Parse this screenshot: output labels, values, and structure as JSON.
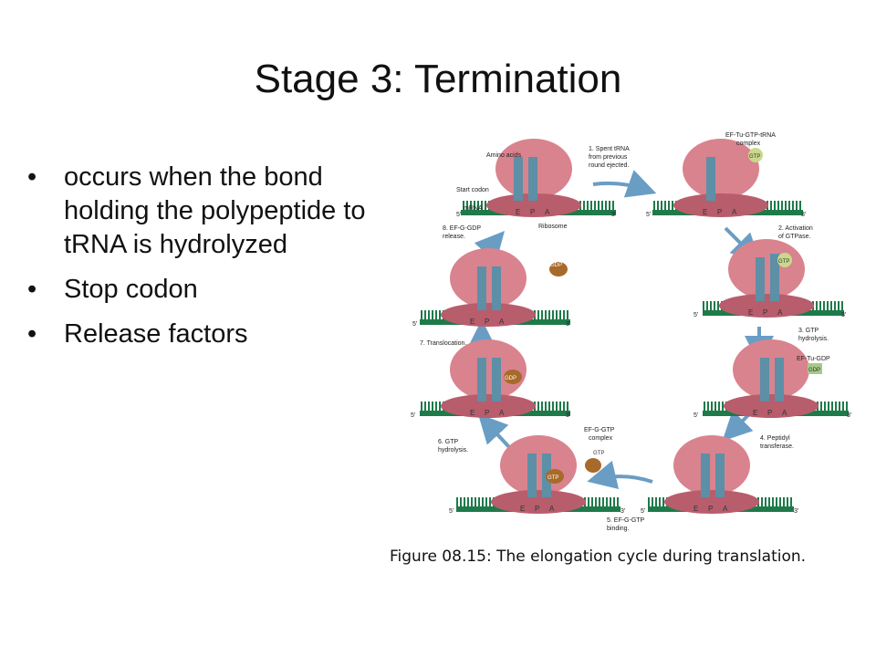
{
  "slide": {
    "title": "Stage 3: Termination",
    "bullets": [
      "occurs when the bond holding the polypeptide to tRNA is hydrolyzed",
      "Stop codon",
      "Release factors"
    ],
    "bullet_symbol": "•"
  },
  "figure": {
    "caption": "Figure 08.15: The elongation cycle during translation.",
    "labels": {
      "amino_acids": "Amino acids",
      "start_codon": "Start codon",
      "mrna": "mRNA",
      "ribosome": "Ribosome",
      "five_prime": "5'",
      "three_prime": "3'",
      "site_e": "E",
      "site_p": "P",
      "site_a": "A",
      "gtp": "GTP",
      "gdp": "GDP",
      "ef_tu_complex_1": "EF-Tu-GTP-tRNA",
      "ef_tu_complex_2": "complex",
      "ef_tu_gdp": "EF-Tu-GDP",
      "ef_g_complex_1": "EF-G-GTP",
      "ef_g_complex_2": "complex"
    },
    "steps": [
      {
        "lines": [
          "1. Spent tRNA",
          "from previous",
          "round ejected."
        ]
      },
      {
        "lines": [
          "2. Activation",
          "of GTPase."
        ]
      },
      {
        "lines": [
          "3. GTP",
          "hydrolysis."
        ]
      },
      {
        "lines": [
          "4. Peptidyl",
          "transferase."
        ]
      },
      {
        "lines": [
          "5. EF-G-GTP",
          "binding."
        ]
      },
      {
        "lines": [
          "6. GTP",
          "hydrolysis."
        ]
      },
      {
        "lines": [
          "7. Translocation."
        ]
      },
      {
        "lines": [
          "8. EF-G-GDP",
          "release."
        ]
      }
    ],
    "colors": {
      "ribosome": "#d9838f",
      "ribosome_dark": "#b85d6c",
      "mrna": "#1f7a4a",
      "trna": "#5d8fa6",
      "arrow": "#6a9dc4",
      "gtp": "#c9d98a",
      "gdp": "#a86a2a"
    }
  }
}
